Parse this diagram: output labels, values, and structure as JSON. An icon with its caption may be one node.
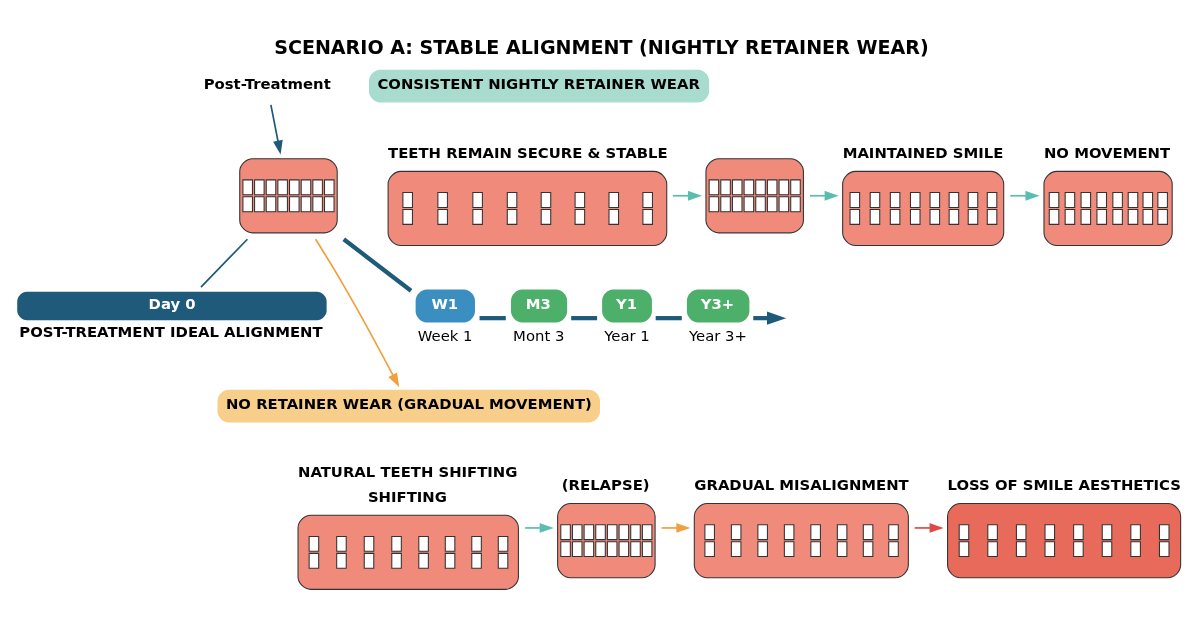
{
  "diagram": {
    "title": "SCENARIO A: STABLE ALIGNMENT (NIGHTLY RETAINER WEAR)",
    "nodes": [
      {
        "text": [
          "Post-Treatment"
        ]
      },
      {
        "text": [],
        "shape": "picture"
      },
      {
        "text": [
          "Day 0"
        ],
        "beside": [
          "POST-TREATMENT IDEAL ALIGNMENT"
        ]
      },
      {
        "text": [
          "CONSISTENT NIGHTLY RETAINER WEAR"
        ]
      },
      {
        "text": [],
        "shape": "picture",
        "beside": [
          "TEETH REMAIN SECURE & STABLE"
        ]
      },
      {
        "text": [],
        "shape": "picture"
      },
      {
        "text": [],
        "shape": "picture",
        "beside": [
          "MAINTAINED SMILE"
        ]
      },
      {
        "text": [],
        "shape": "picture",
        "beside": [
          "NO MOVEMENT"
        ]
      },
      {
        "text": [
          "W1"
        ],
        "beside": [
          "Week 1"
        ]
      },
      {
        "text": [
          "M3"
        ],
        "beside": [
          "Mont 3"
        ]
      },
      {
        "text": [
          "Y1"
        ],
        "beside": [
          "Year 1"
        ]
      },
      {
        "text": [
          "Y3+"
        ],
        "beside": [
          "Year 3+"
        ]
      },
      {
        "text": [
          "NO RETAINER WEAR (GRADUAL MOVEMENT)"
        ]
      },
      {
        "text": [],
        "shape": "picture",
        "beside": [
          "NATURAL TEETH SHIFTING",
          "SHIFTING"
        ]
      },
      {
        "text": [],
        "shape": "picture",
        "beside": [
          "(RELAPSE)"
        ]
      },
      {
        "text": [],
        "shape": "picture",
        "beside": [
          "GRADUAL MISALIGNMENT"
        ]
      },
      {
        "text": [],
        "shape": "picture",
        "beside": [
          "LOSS OF SMILE AESTHETICS"
        ]
      }
    ],
    "edges": [
      {
        "from": 0,
        "to": 1,
        "arrow": "to"
      },
      {
        "from": 1,
        "to": 2,
        "arrow": "none"
      },
      {
        "from": 4,
        "to": 5,
        "arrow": "to",
        "color": "#5bbcb0"
      },
      {
        "from": 5,
        "to": 6,
        "arrow": "to",
        "color": "#5bbcb0"
      },
      {
        "from": 6,
        "to": 7,
        "arrow": "to",
        "color": "#5bbcb0"
      },
      {
        "from": 1,
        "to": 8,
        "arrow": "none",
        "style": "thick"
      },
      {
        "from": 8,
        "to": 9,
        "arrow": "none",
        "style": "thick"
      },
      {
        "from": 9,
        "to": 10,
        "arrow": "none",
        "style": "thick"
      },
      {
        "from": 10,
        "to": 11,
        "arrow": "none",
        "style": "thick"
      },
      {
        "from": 11,
        "to": null,
        "arrow": "to",
        "style": "thick"
      },
      {
        "from": 1,
        "to": 12,
        "arrow": "to",
        "color": "#f0a040"
      },
      {
        "from": 13,
        "to": 14,
        "arrow": "to",
        "color": "#5bbcb0"
      },
      {
        "from": 14,
        "to": 15,
        "arrow": "to",
        "color": "#f0a040"
      },
      {
        "from": 15,
        "to": 16,
        "arrow": "to",
        "color": "#e04848"
      }
    ]
  }
}
